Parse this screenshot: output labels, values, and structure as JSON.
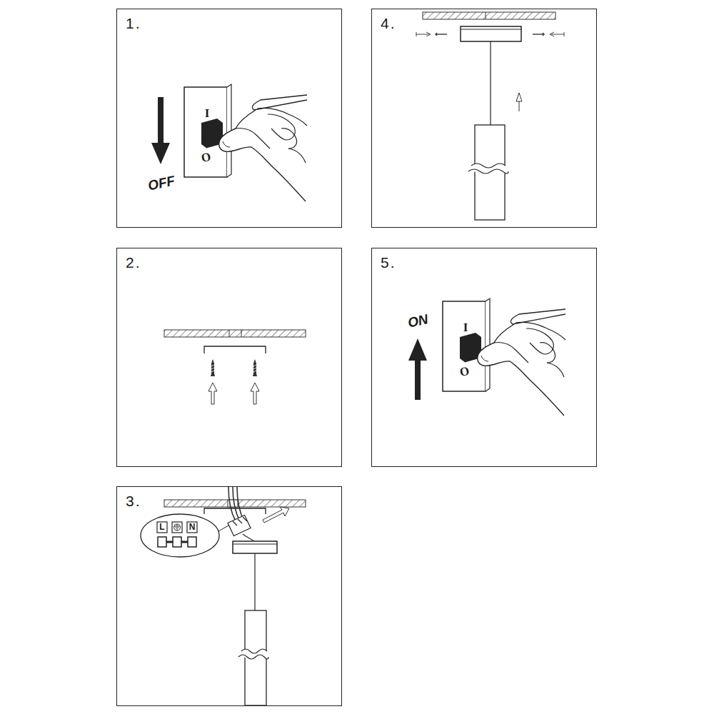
{
  "diagram": {
    "nodes": [
      {
        "text": [
          "1."
        ]
      },
      {
        "text": [
          "4."
        ]
      },
      {
        "text": [
          "2."
        ]
      },
      {
        "text": [
          "5."
        ]
      },
      {
        "text": [
          "3."
        ]
      }
    ],
    "labels": [
      "I",
      "O",
      "OFF",
      "ON",
      "I",
      "O",
      "L",
      "N"
    ]
  }
}
